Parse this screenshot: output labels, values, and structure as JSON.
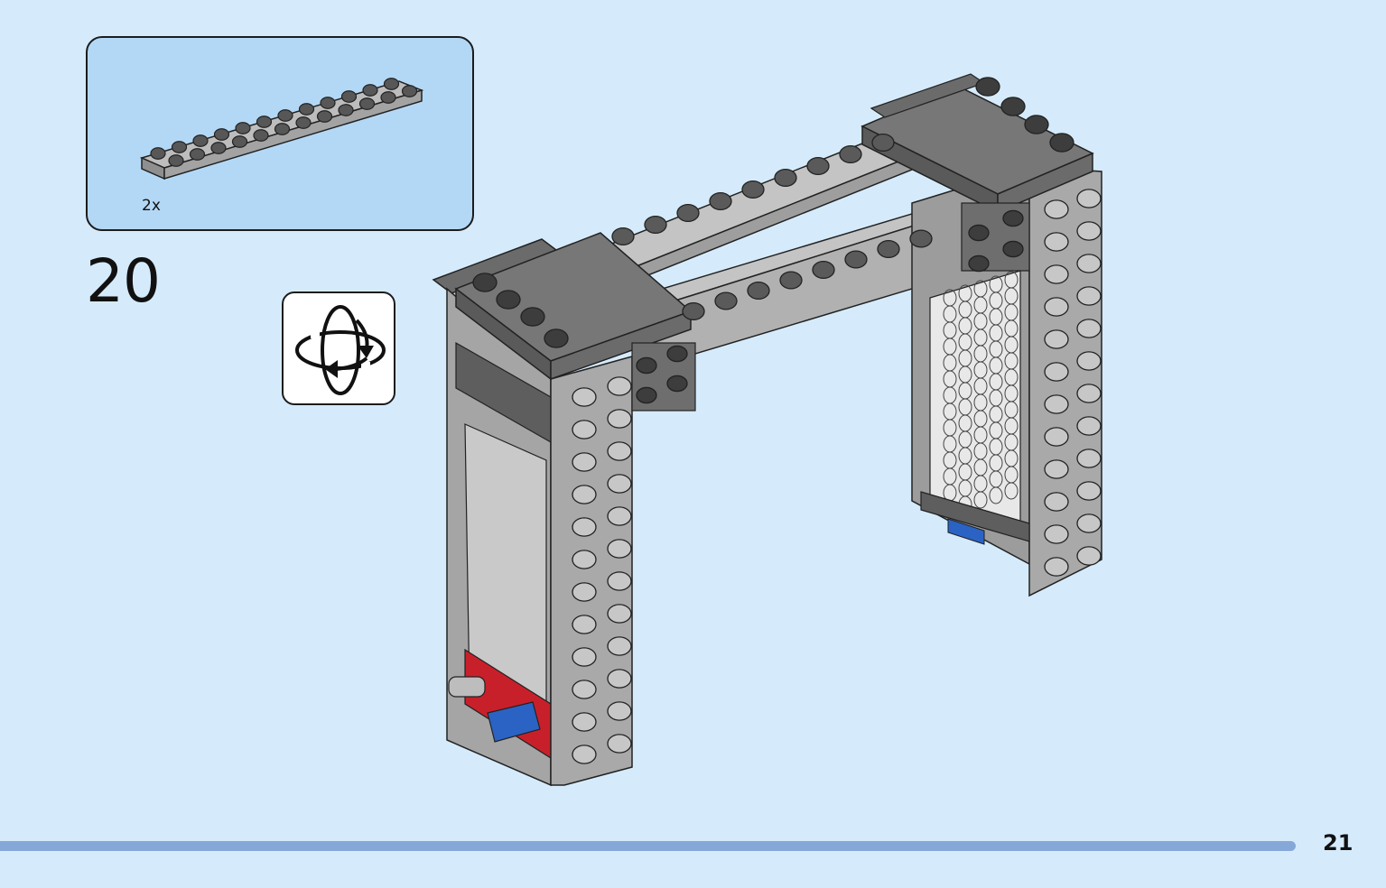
{
  "step": {
    "number": "20",
    "parts_callout": {
      "quantity_label": "2x",
      "part_icon": "gray-plate-2x12-icon"
    },
    "rotate_indicator_icon": "rotate-model-icon"
  },
  "model_illustration_icon": "gate-frame-assembly-icon",
  "progress": {
    "fraction": 0.935
  },
  "page": {
    "number": "21"
  },
  "colors": {
    "background": "#d5ebfc",
    "callout_bg": "#b3d8f6",
    "progress_bar": "#86a8d8",
    "brick_light_gray": "#a9a9a9",
    "brick_dark_gray": "#6b6b6b",
    "accent_red": "#c8202a",
    "accent_blue": "#2a63c4"
  }
}
